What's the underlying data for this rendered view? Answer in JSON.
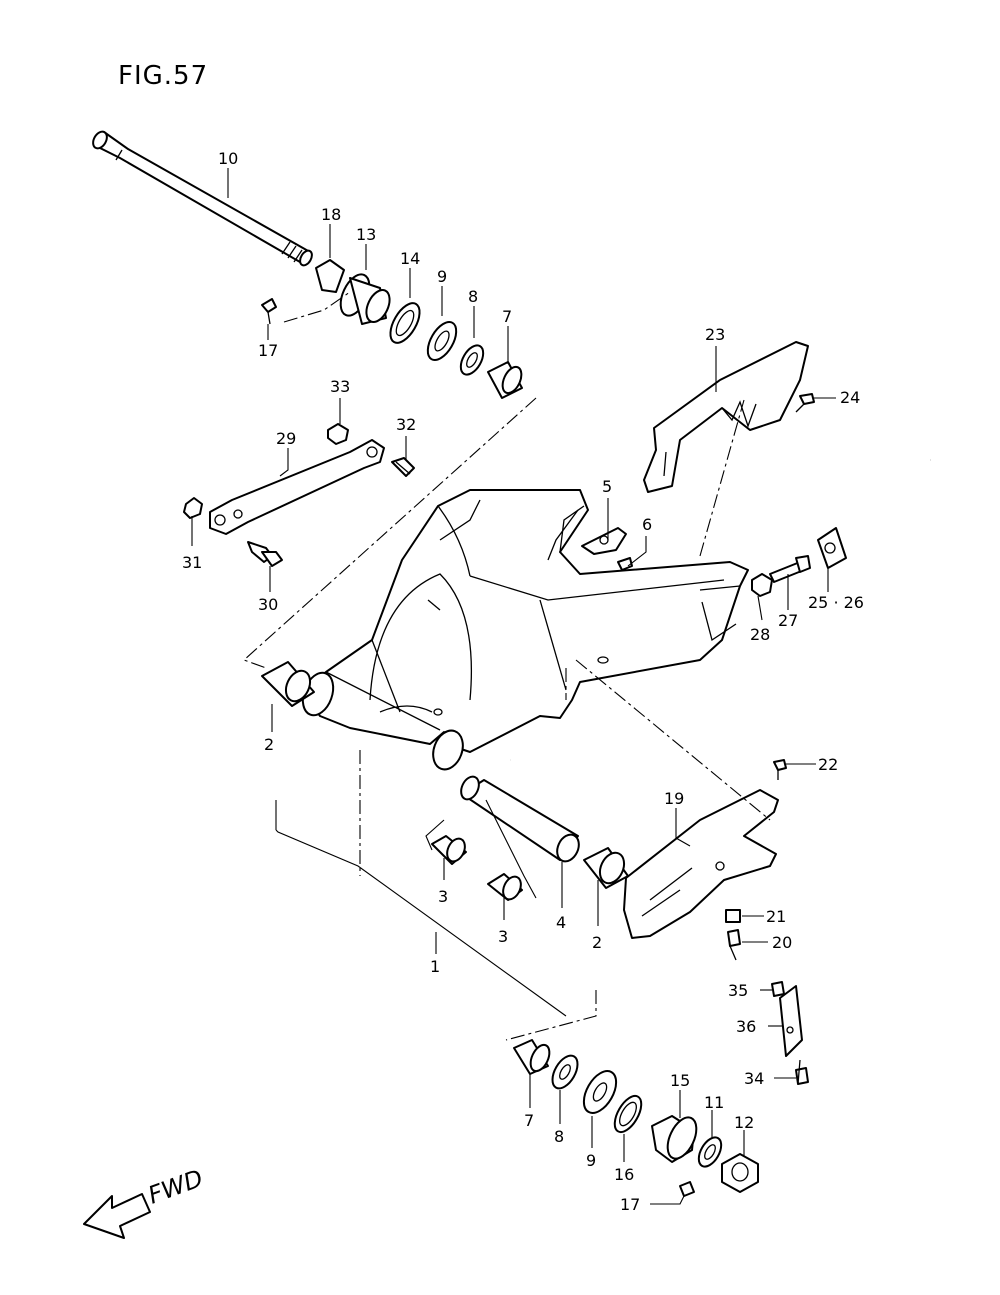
{
  "figure": {
    "title": "FIG.57",
    "direction_label": "FWD"
  },
  "labels": {
    "p10": "10",
    "p18": "18",
    "p13": "13",
    "p14": "14",
    "p9a": "9",
    "p8a": "8",
    "p7a": "7",
    "p17a": "17",
    "p33": "33",
    "p32": "32",
    "p29": "29",
    "p31": "31",
    "p30": "30",
    "p23": "23",
    "p24": "24",
    "p5": "5",
    "p6": "6",
    "p2a": "2",
    "p2b": "2",
    "p28": "28",
    "p27": "27",
    "p2526": "25 · 26",
    "p22": "22",
    "p19": "19",
    "p21": "21",
    "p20": "20",
    "p3a": "3",
    "p3b": "3",
    "p4": "4",
    "p1": "1",
    "p35": "35",
    "p36": "36",
    "p34": "34",
    "p7b": "7",
    "p8b": "8",
    "p9b": "9",
    "p16": "16",
    "p15": "15",
    "p11": "11",
    "p12": "12",
    "p17b": "17"
  }
}
